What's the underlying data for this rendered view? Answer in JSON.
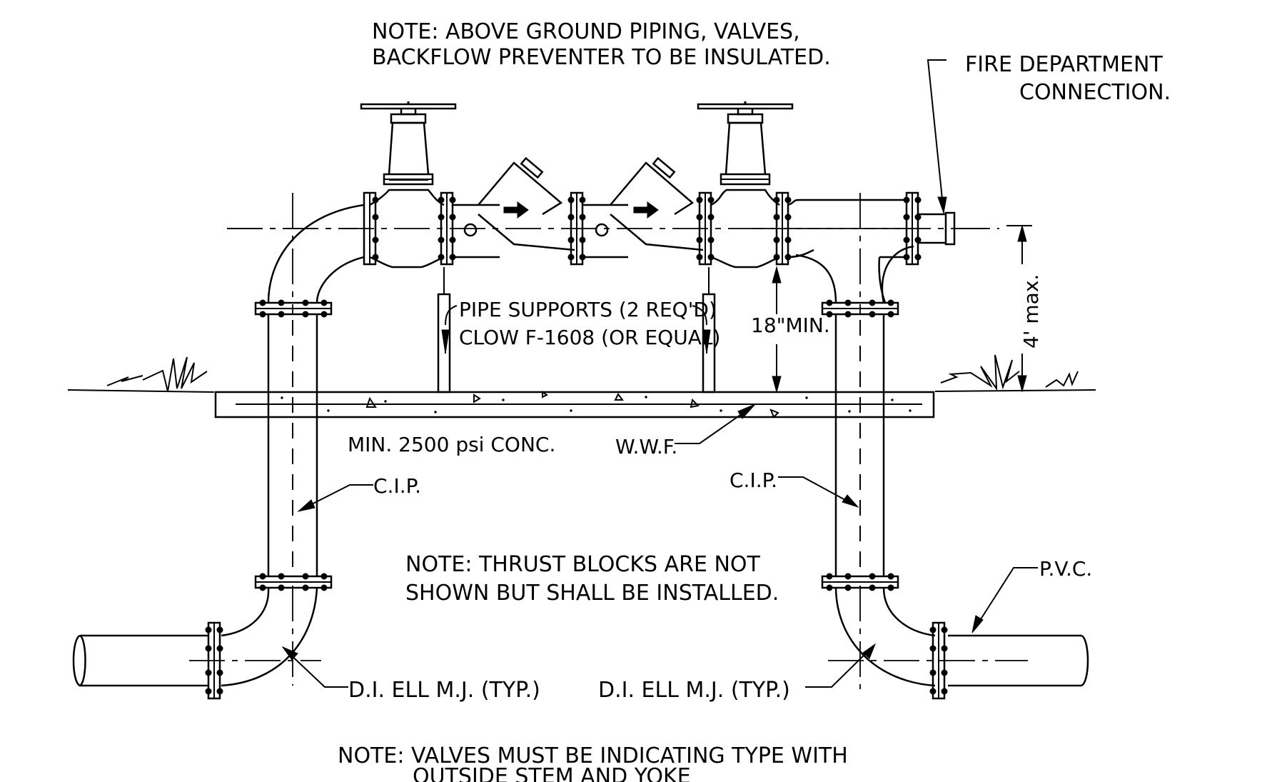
{
  "notes": {
    "insulation_line1": "NOTE: ABOVE GROUND PIPING, VALVES,",
    "insulation_line2": "BACKFLOW PREVENTER TO BE INSULATED.",
    "thrust_line1": "NOTE: THRUST BLOCKS ARE NOT",
    "thrust_line2": "SHOWN BUT SHALL BE INSTALLED.",
    "valves_line1": "NOTE: VALVES MUST BE INDICATING TYPE WITH",
    "valves_line2": "OUTSIDE STEM AND YOKE"
  },
  "labels": {
    "fdc_line1": "FIRE DEPARTMENT",
    "fdc_line2": "CONNECTION.",
    "supports_line1": "PIPE SUPPORTS (2 REQ'D)",
    "supports_line2": "CLOW F-1608 (OR EQUAL)",
    "clearance": "18\"MIN.",
    "height_max": "4' max.",
    "concrete": "MIN. 2500 psi CONC.",
    "wwf": "W.W.F.",
    "cip_left": "C.I.P.",
    "cip_right": "C.I.P.",
    "pvc": "P.V.C.",
    "ell_left": "D.I. ELL M.J. (TYP.)",
    "ell_right": "D.I. ELL M.J. (TYP.)"
  }
}
